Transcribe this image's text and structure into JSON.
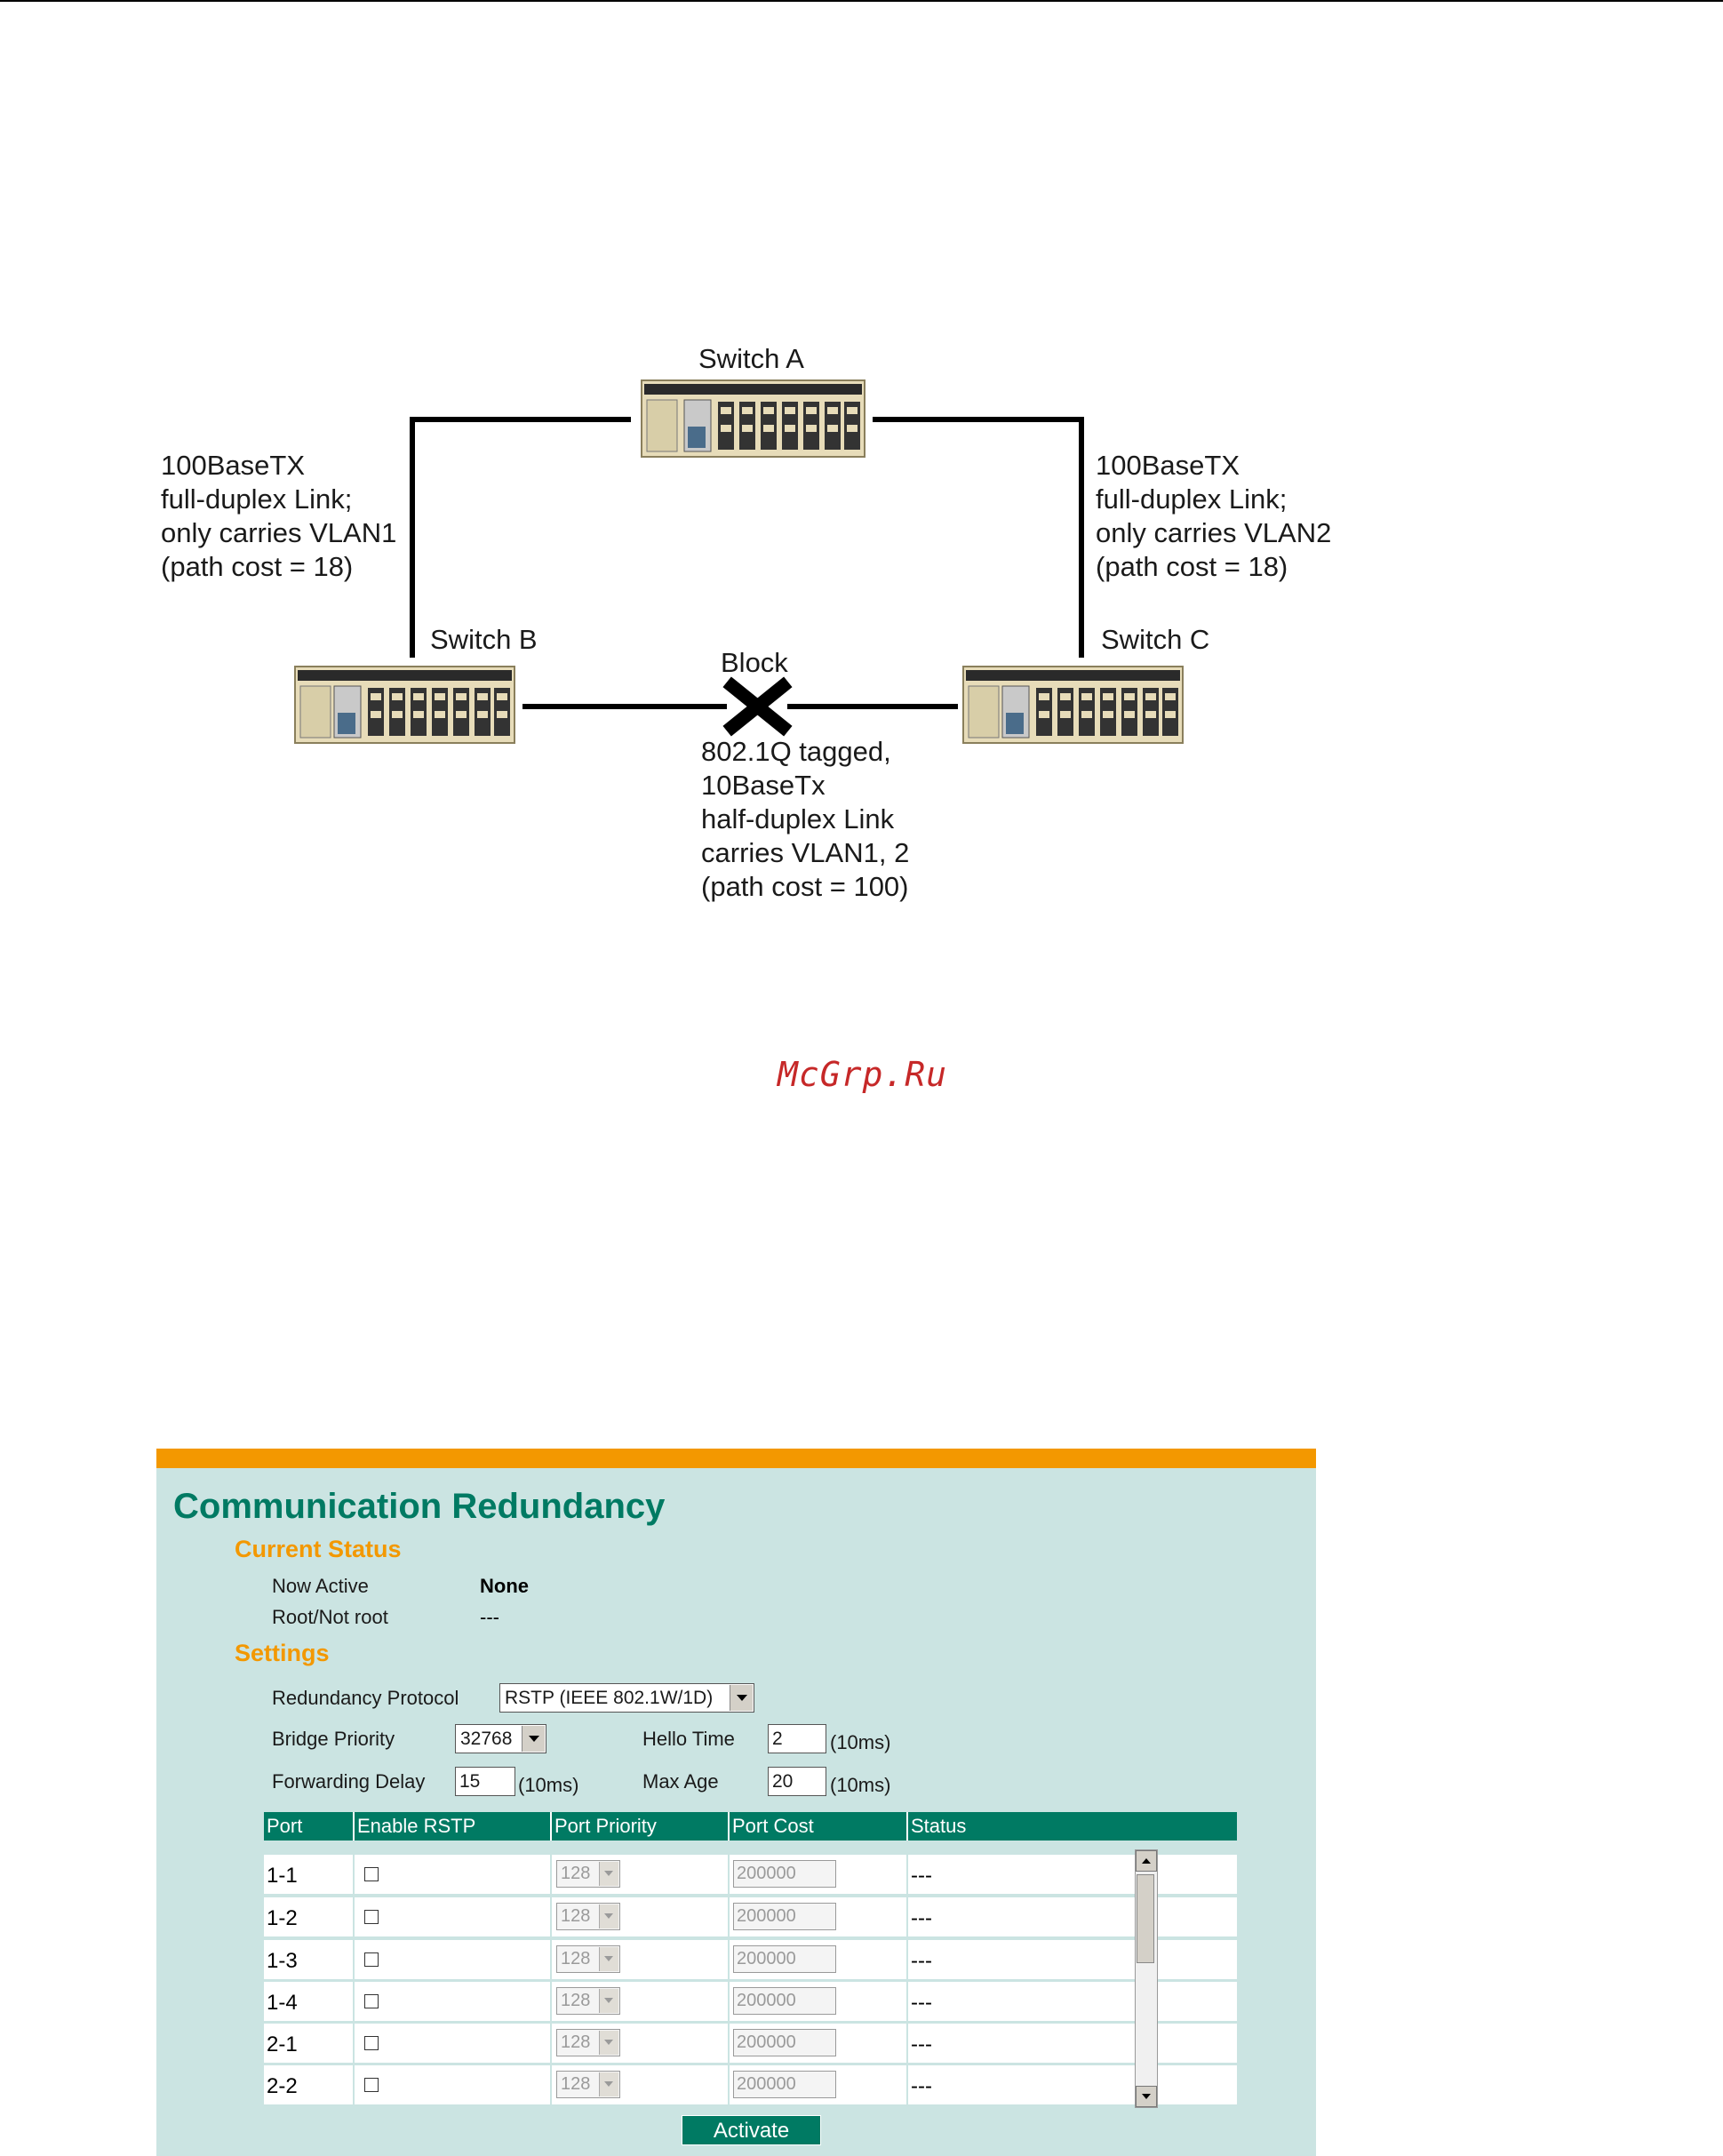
{
  "diagram": {
    "switch_a": "Switch A",
    "switch_b": "Switch B",
    "switch_c": "Switch C",
    "block_label": "Block",
    "left_link": [
      "100BaseTX",
      "full-duplex Link;",
      "only carries VLAN1",
      "(path cost = 18)"
    ],
    "right_link": [
      "100BaseTX",
      "full-duplex Link;",
      "only carries VLAN2",
      "(path cost = 18)"
    ],
    "bottom_link": [
      "802.1Q tagged,",
      "10BaseTx",
      "half-duplex Link",
      "carries VLAN1, 2",
      "(path cost = 100)"
    ]
  },
  "watermark": "McGrp.Ru",
  "panel": {
    "title": "Communication Redundancy",
    "current_status": {
      "heading": "Current Status",
      "now_active_label": "Now Active",
      "now_active_value": "None",
      "root_label": "Root/Not root",
      "root_value": "---"
    },
    "settings": {
      "heading": "Settings",
      "protocol_label": "Redundancy Protocol",
      "protocol_value": "RSTP (IEEE 802.1W/1D)",
      "bridge_priority_label": "Bridge Priority",
      "bridge_priority_value": "32768",
      "hello_time_label": "Hello Time",
      "hello_time_value": "2",
      "hello_time_unit": "(10ms)",
      "forwarding_delay_label": "Forwarding Delay",
      "forwarding_delay_value": "15",
      "forwarding_delay_unit": "(10ms)",
      "max_age_label": "Max Age",
      "max_age_value": "20",
      "max_age_unit": "(10ms)"
    },
    "table": {
      "headers": [
        "Port",
        "Enable RSTP",
        "Port Priority",
        "Port Cost",
        "Status"
      ],
      "rows": [
        {
          "port": "1-1",
          "priority": "128",
          "cost": "200000",
          "status": "---"
        },
        {
          "port": "1-2",
          "priority": "128",
          "cost": "200000",
          "status": "---"
        },
        {
          "port": "1-3",
          "priority": "128",
          "cost": "200000",
          "status": "---"
        },
        {
          "port": "1-4",
          "priority": "128",
          "cost": "200000",
          "status": "---"
        },
        {
          "port": "2-1",
          "priority": "128",
          "cost": "200000",
          "status": "---"
        },
        {
          "port": "2-2",
          "priority": "128",
          "cost": "200000",
          "status": "---"
        }
      ]
    },
    "activate_label": "Activate",
    "colors": {
      "accent_bar": "#f39800",
      "panel_bg": "#cbe4e2",
      "title_green": "#007a63",
      "heading_orange": "#f39800"
    }
  }
}
